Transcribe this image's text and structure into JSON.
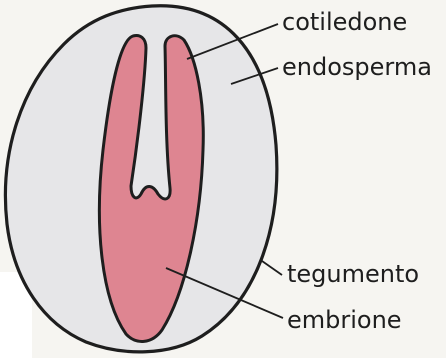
{
  "diagram": {
    "labels": {
      "cotyledon": "cotiledone",
      "endosperm": "endosperma",
      "seed_coat": "tegumento",
      "embryo": "embrione"
    }
  },
  "colors": {
    "background": "#ffffff",
    "paper_tint": "#f6f5f1",
    "seed_fill": "#e6e6e8",
    "embryo_fill": "#de8591",
    "outline": "#1e1e1e",
    "text": "#1e1e1e"
  }
}
